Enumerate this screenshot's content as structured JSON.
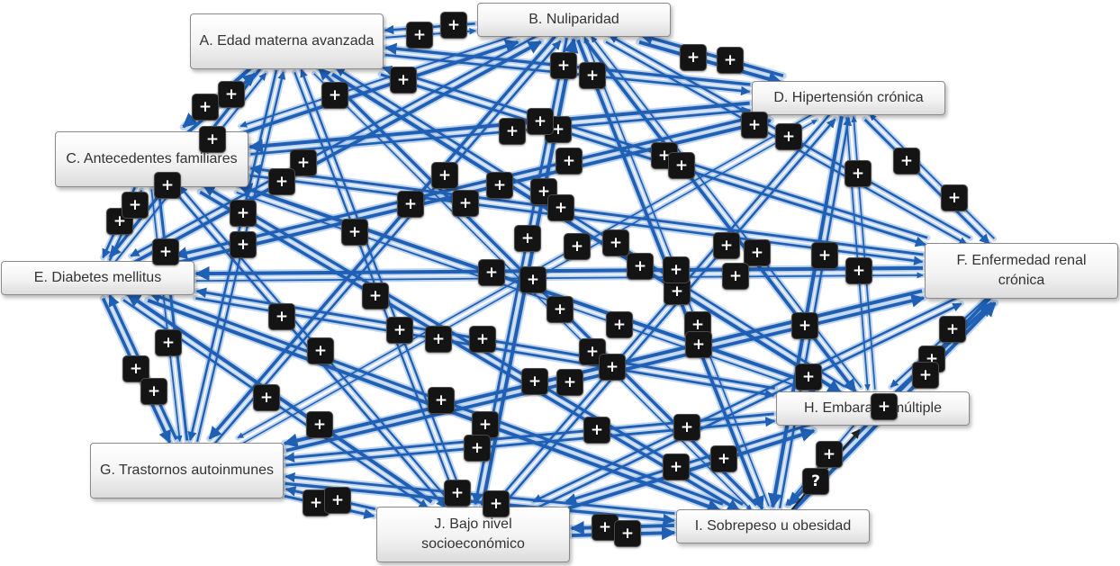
{
  "colors": {
    "edge": "#1f5fb4",
    "edge_glow": "#8fb4e0",
    "badge": "#141414",
    "question_edge": "#222222"
  },
  "nodes": {
    "A": {
      "label": "A. Edad materna avanzada"
    },
    "B": {
      "label": "B. Nuliparidad"
    },
    "C": {
      "label": "C. Antecedentes familiares"
    },
    "D": {
      "label": "D. Hipertensión crónica"
    },
    "E": {
      "label": "E. Diabetes mellitus"
    },
    "F": {
      "label": "F. Enfermedad renal crónica"
    },
    "G": {
      "label": "G. Trastornos autoinmunes"
    },
    "H": {
      "label": "H. Embarazo múltiple"
    },
    "I": {
      "label": "I. Sobrepeso u obesidad"
    },
    "J": {
      "label": "J. Bajo nivel socioeconómico"
    }
  },
  "edges": [
    {
      "from": "A",
      "to": "B",
      "sign": "+"
    },
    {
      "from": "B",
      "to": "A",
      "sign": "+"
    },
    {
      "from": "A",
      "to": "C",
      "sign": "+"
    },
    {
      "from": "C",
      "to": "A",
      "sign": "+"
    },
    {
      "from": "A",
      "to": "D",
      "sign": "+"
    },
    {
      "from": "D",
      "to": "A",
      "sign": "+"
    },
    {
      "from": "A",
      "to": "E",
      "sign": "+"
    },
    {
      "from": "E",
      "to": "A",
      "sign": "+"
    },
    {
      "from": "A",
      "to": "F",
      "sign": "+"
    },
    {
      "from": "F",
      "to": "A",
      "sign": "+"
    },
    {
      "from": "A",
      "to": "G",
      "sign": "+"
    },
    {
      "from": "G",
      "to": "A",
      "sign": "+"
    },
    {
      "from": "A",
      "to": "H",
      "sign": "+"
    },
    {
      "from": "H",
      "to": "A",
      "sign": "+"
    },
    {
      "from": "A",
      "to": "I",
      "sign": "+"
    },
    {
      "from": "I",
      "to": "A",
      "sign": "+"
    },
    {
      "from": "A",
      "to": "J",
      "sign": "+"
    },
    {
      "from": "J",
      "to": "A",
      "sign": "+"
    },
    {
      "from": "B",
      "to": "C",
      "sign": "+"
    },
    {
      "from": "C",
      "to": "B",
      "sign": "+"
    },
    {
      "from": "B",
      "to": "D",
      "sign": "+"
    },
    {
      "from": "D",
      "to": "B",
      "sign": "+"
    },
    {
      "from": "B",
      "to": "E",
      "sign": "+"
    },
    {
      "from": "E",
      "to": "B",
      "sign": "+"
    },
    {
      "from": "B",
      "to": "F",
      "sign": "+"
    },
    {
      "from": "F",
      "to": "B",
      "sign": "+"
    },
    {
      "from": "B",
      "to": "G",
      "sign": "+"
    },
    {
      "from": "G",
      "to": "B",
      "sign": "+"
    },
    {
      "from": "B",
      "to": "H",
      "sign": "+"
    },
    {
      "from": "H",
      "to": "B",
      "sign": "+"
    },
    {
      "from": "B",
      "to": "I",
      "sign": "+"
    },
    {
      "from": "I",
      "to": "B",
      "sign": "+"
    },
    {
      "from": "B",
      "to": "J",
      "sign": "+"
    },
    {
      "from": "J",
      "to": "B",
      "sign": "+"
    },
    {
      "from": "C",
      "to": "D",
      "sign": "+"
    },
    {
      "from": "D",
      "to": "C",
      "sign": "+"
    },
    {
      "from": "C",
      "to": "E",
      "sign": "+"
    },
    {
      "from": "E",
      "to": "C",
      "sign": "+"
    },
    {
      "from": "C",
      "to": "F",
      "sign": "+"
    },
    {
      "from": "F",
      "to": "C",
      "sign": "+"
    },
    {
      "from": "C",
      "to": "G",
      "sign": "+"
    },
    {
      "from": "G",
      "to": "C",
      "sign": "+"
    },
    {
      "from": "C",
      "to": "H",
      "sign": "+"
    },
    {
      "from": "H",
      "to": "C",
      "sign": "+"
    },
    {
      "from": "C",
      "to": "I",
      "sign": "+"
    },
    {
      "from": "I",
      "to": "C",
      "sign": "+"
    },
    {
      "from": "C",
      "to": "J",
      "sign": "+"
    },
    {
      "from": "J",
      "to": "C",
      "sign": "+"
    },
    {
      "from": "D",
      "to": "E",
      "sign": "+"
    },
    {
      "from": "E",
      "to": "D",
      "sign": "+"
    },
    {
      "from": "D",
      "to": "F",
      "sign": "+"
    },
    {
      "from": "F",
      "to": "D",
      "sign": "+"
    },
    {
      "from": "D",
      "to": "G",
      "sign": "+"
    },
    {
      "from": "G",
      "to": "D",
      "sign": "+"
    },
    {
      "from": "D",
      "to": "H",
      "sign": "+"
    },
    {
      "from": "H",
      "to": "D",
      "sign": "+"
    },
    {
      "from": "D",
      "to": "I",
      "sign": "+"
    },
    {
      "from": "I",
      "to": "D",
      "sign": "+"
    },
    {
      "from": "D",
      "to": "J",
      "sign": "+"
    },
    {
      "from": "J",
      "to": "D",
      "sign": "+"
    },
    {
      "from": "E",
      "to": "F",
      "sign": "+"
    },
    {
      "from": "F",
      "to": "E",
      "sign": "+"
    },
    {
      "from": "E",
      "to": "G",
      "sign": "+"
    },
    {
      "from": "G",
      "to": "E",
      "sign": "+"
    },
    {
      "from": "E",
      "to": "H",
      "sign": "+"
    },
    {
      "from": "H",
      "to": "E",
      "sign": "+"
    },
    {
      "from": "E",
      "to": "I",
      "sign": "+"
    },
    {
      "from": "I",
      "to": "E",
      "sign": "+"
    },
    {
      "from": "E",
      "to": "J",
      "sign": "+"
    },
    {
      "from": "J",
      "to": "E",
      "sign": "+"
    },
    {
      "from": "F",
      "to": "G",
      "sign": "+"
    },
    {
      "from": "G",
      "to": "F",
      "sign": "+"
    },
    {
      "from": "F",
      "to": "H",
      "sign": "+"
    },
    {
      "from": "H",
      "to": "F",
      "sign": "+"
    },
    {
      "from": "F",
      "to": "I",
      "sign": "+"
    },
    {
      "from": "I",
      "to": "F",
      "sign": "+"
    },
    {
      "from": "F",
      "to": "J",
      "sign": "+"
    },
    {
      "from": "J",
      "to": "F",
      "sign": "+"
    },
    {
      "from": "G",
      "to": "H",
      "sign": "+"
    },
    {
      "from": "H",
      "to": "G",
      "sign": "+"
    },
    {
      "from": "G",
      "to": "I",
      "sign": "+"
    },
    {
      "from": "I",
      "to": "G",
      "sign": "+"
    },
    {
      "from": "G",
      "to": "J",
      "sign": "+"
    },
    {
      "from": "J",
      "to": "G",
      "sign": "+"
    },
    {
      "from": "H",
      "to": "I",
      "sign": "+"
    },
    {
      "from": "I",
      "to": "H",
      "sign": "?"
    },
    {
      "from": "H",
      "to": "J",
      "sign": "+"
    },
    {
      "from": "J",
      "to": "H",
      "sign": "+"
    },
    {
      "from": "I",
      "to": "J",
      "sign": "+"
    },
    {
      "from": "J",
      "to": "I",
      "sign": "+"
    }
  ]
}
